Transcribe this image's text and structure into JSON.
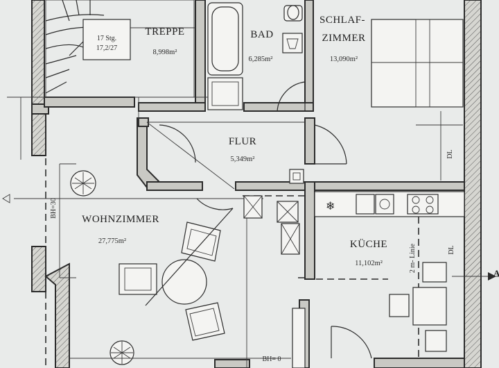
{
  "rooms": {
    "treppe": {
      "name": "TREPPE",
      "area": "8,998m²"
    },
    "bad": {
      "name": "BAD",
      "area": "6,285m²"
    },
    "schlafzimmer": {
      "name_line1": "SCHLAF-",
      "name_line2": "ZIMMER",
      "area": "13,090m²"
    },
    "flur": {
      "name": "FLUR",
      "area": "5,349m²"
    },
    "wohnzimmer": {
      "name": "WOHNZIMMER",
      "area": "27,775m²"
    },
    "kueche": {
      "name": "KÜCHE",
      "area": "11,102m²"
    }
  },
  "stairs": {
    "line1": "17 Stg.",
    "line2": "17,2/27"
  },
  "annotations": {
    "bh30": "BH=30",
    "bh0": "BH= 0",
    "dl_upper": "DL",
    "dl_lower": "DL",
    "two_m_line": "2 m- Linie",
    "section_mark": "A"
  },
  "colors": {
    "paper": "#e9ebea",
    "wall": "#c9c9c4",
    "ink": "#2b2b2b"
  }
}
